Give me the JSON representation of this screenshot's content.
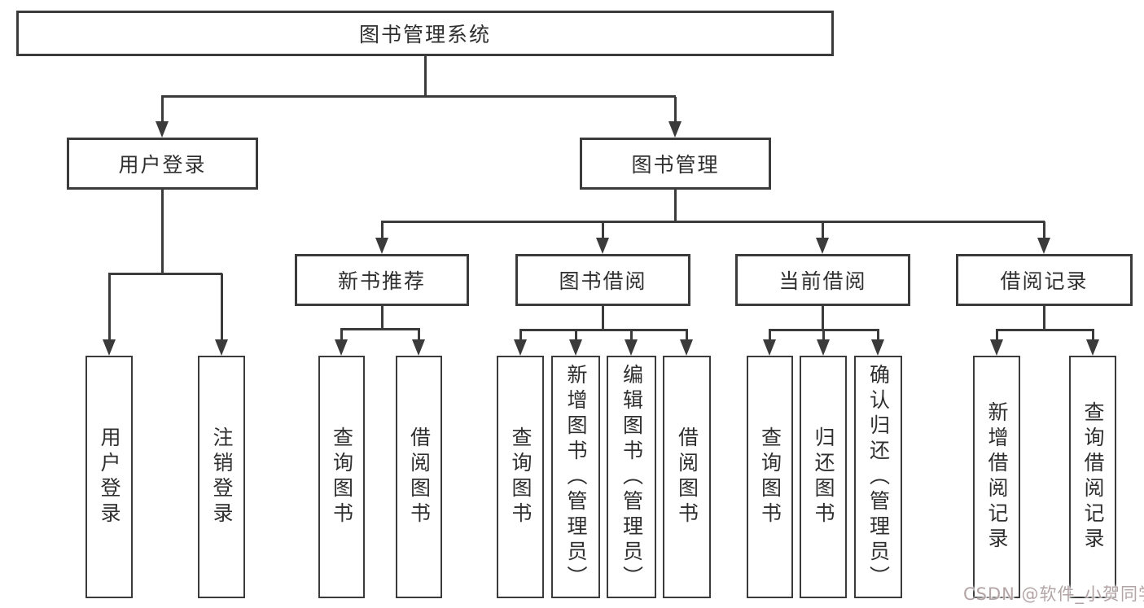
{
  "colors": {
    "line": "#3b3b3b",
    "box_border": "#3b3b3b",
    "text": "#2f2f2f",
    "watermark": "#b3a4a6",
    "background": "#ffffff"
  },
  "tree": {
    "root": {
      "label": "图书管理系统"
    },
    "branches": [
      {
        "label": "用户登录",
        "children": [
          {
            "label": "用户登录"
          },
          {
            "label": "注销登录"
          }
        ]
      },
      {
        "label": "图书管理",
        "children": [
          {
            "label": "新书推荐",
            "children": [
              {
                "label": "查询图书"
              },
              {
                "label": "借阅图书"
              }
            ]
          },
          {
            "label": "图书借阅",
            "children": [
              {
                "label": "查询图书"
              },
              {
                "label": "新增图书（管理员）"
              },
              {
                "label": "编辑图书（管理员）"
              },
              {
                "label": "借阅图书"
              }
            ]
          },
          {
            "label": "当前借阅",
            "children": [
              {
                "label": "查询图书"
              },
              {
                "label": "归还图书"
              },
              {
                "label": "确认归还（管理员）"
              }
            ]
          },
          {
            "label": "借阅记录",
            "children": [
              {
                "label": "新增借阅记录"
              },
              {
                "label": "查询借阅记录"
              }
            ]
          }
        ]
      }
    ]
  },
  "watermark": {
    "text": "CSDN @软件_小贺同学"
  }
}
